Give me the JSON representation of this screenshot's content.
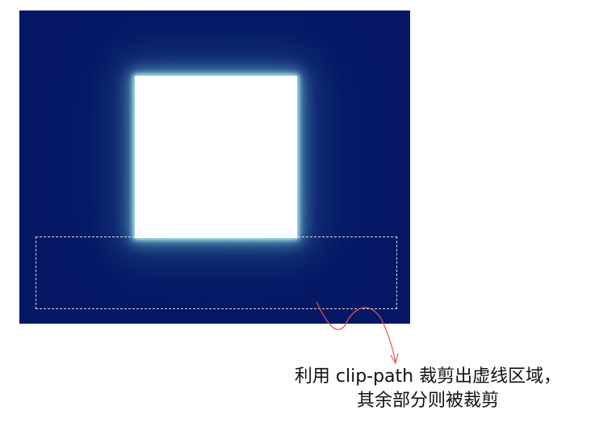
{
  "caption": {
    "line1": "利用 clip-path 裁剪出虚线区域，",
    "line2": "其余部分则被裁剪"
  },
  "colors": {
    "panel_background": "#061865",
    "square_fill": "#ffffff",
    "glow": "#9ef3ee",
    "dashed_border": "#ffffff",
    "arrow": "#e0574f",
    "caption_text": "#111111"
  },
  "icons": {
    "arrow": "curved-arrow"
  }
}
